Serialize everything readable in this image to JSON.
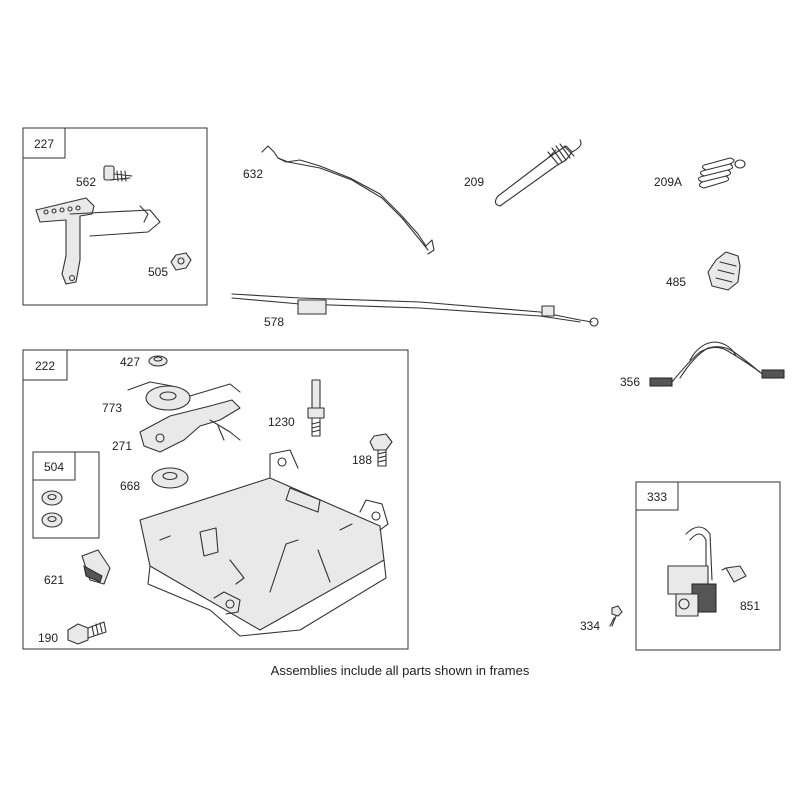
{
  "caption": "Assemblies include all parts shown in frames",
  "frames": {
    "f227": "227",
    "f222": "222",
    "f504": "504",
    "f333": "333"
  },
  "parts": {
    "p562": "562",
    "p505": "505",
    "p632": "632",
    "p209": "209",
    "p209A": "209A",
    "p485": "485",
    "p578": "578",
    "p356": "356",
    "p427": "427",
    "p773": "773",
    "p271": "271",
    "p1230": "1230",
    "p188": "188",
    "p668": "668",
    "p621": "621",
    "p190": "190",
    "p334": "334",
    "p851": "851"
  }
}
